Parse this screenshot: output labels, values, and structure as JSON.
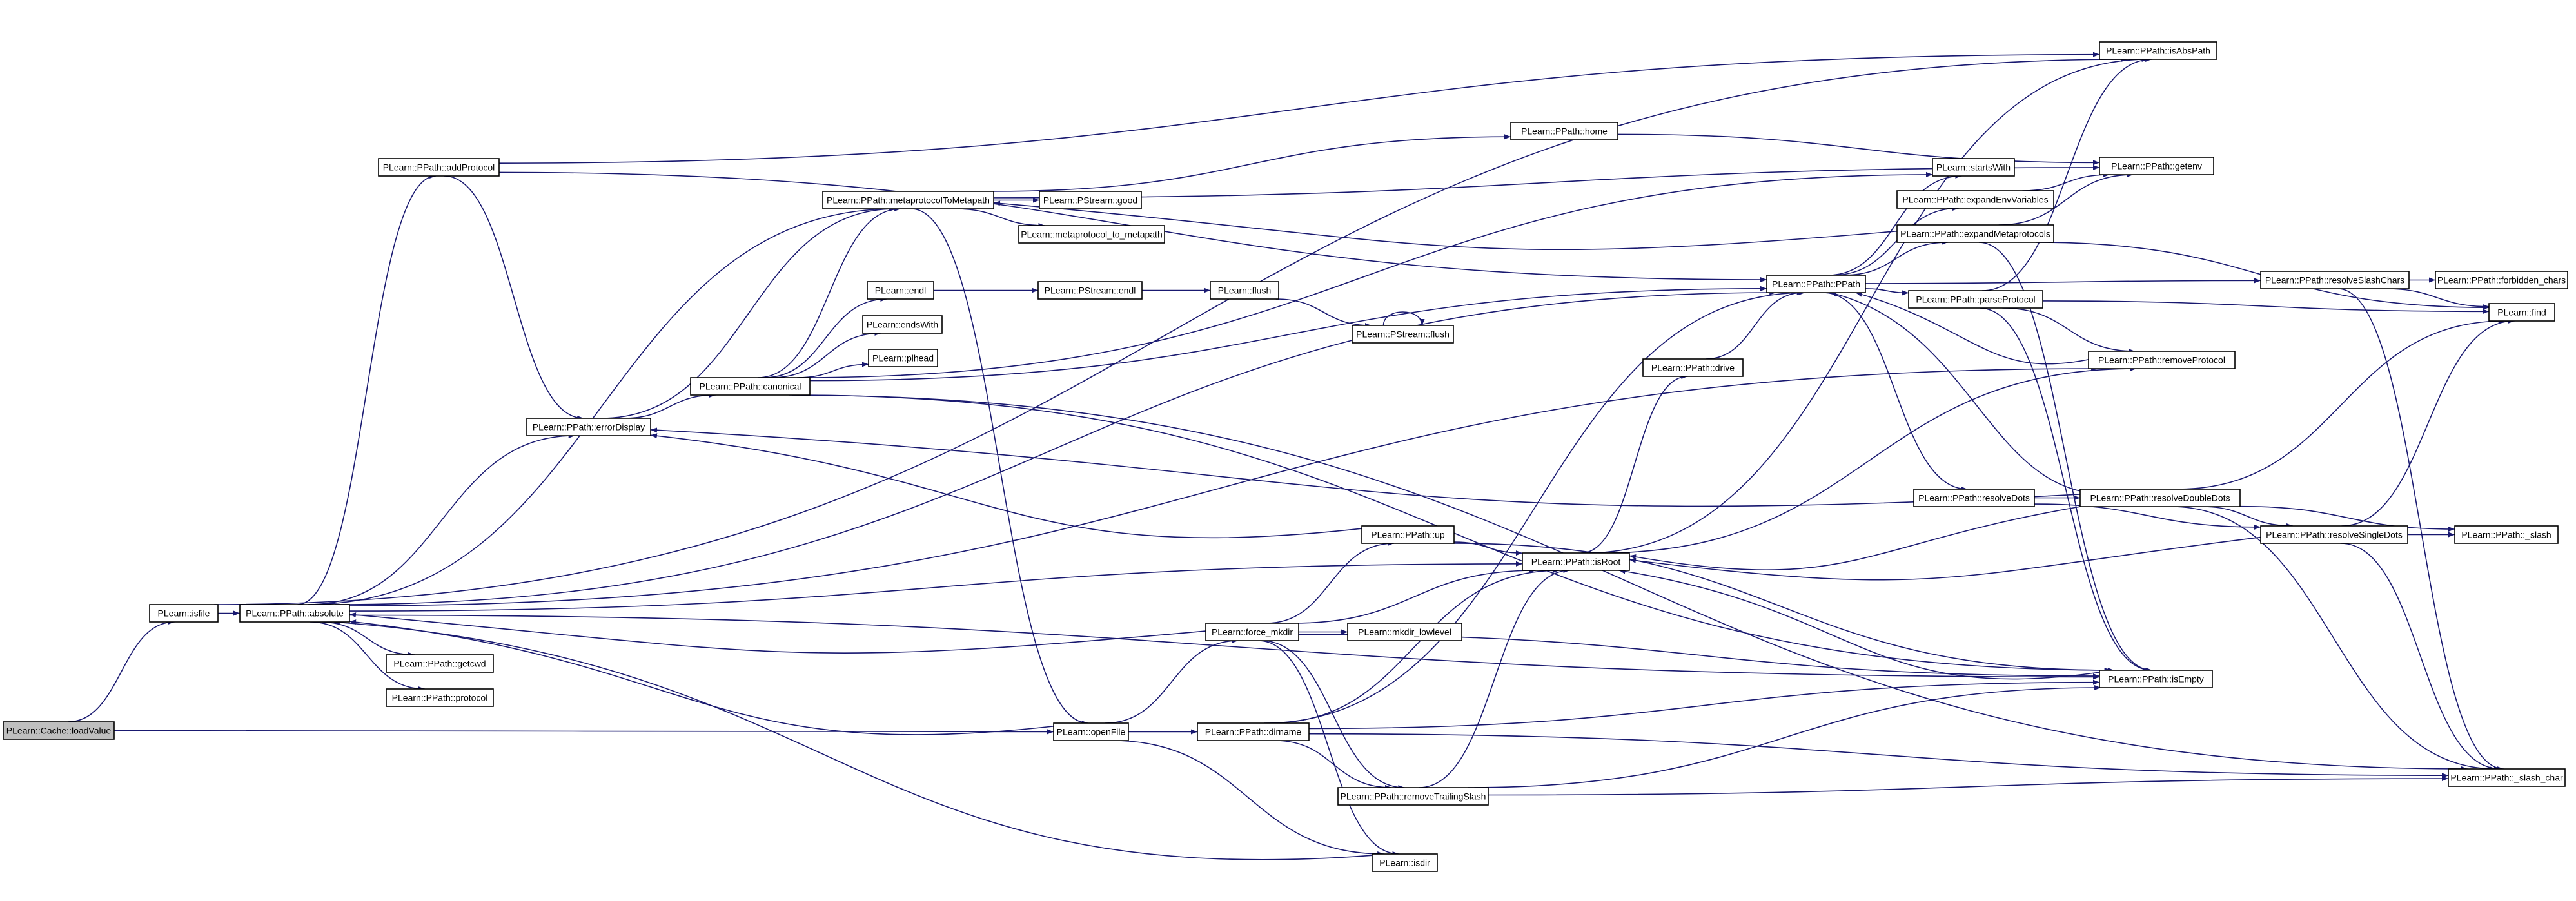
{
  "colors": {
    "edge": "#191970",
    "node_border": "#000000",
    "root_fill": "#bfbfbf",
    "node_fill": "#ffffff"
  },
  "nodes": [
    {
      "id": "loadValue",
      "label": "PLearn::Cache::loadValue",
      "root": true
    },
    {
      "id": "isfile",
      "label": "PLearn::isfile"
    },
    {
      "id": "absolute",
      "label": "PLearn::PPath::absolute"
    },
    {
      "id": "addProtocol",
      "label": "PLearn::PPath::addProtocol"
    },
    {
      "id": "errorDisplay",
      "label": "PLearn::PPath::errorDisplay"
    },
    {
      "id": "getcwd",
      "label": "PLearn::PPath::getcwd"
    },
    {
      "id": "protocol",
      "label": "PLearn::PPath::protocol"
    },
    {
      "id": "m2m",
      "label": "PLearn::PPath::metaprotocolToMetapath"
    },
    {
      "id": "canonical",
      "label": "PLearn::PPath::canonical"
    },
    {
      "id": "psgood",
      "label": "PLearn::PStream::good"
    },
    {
      "id": "mp2mp",
      "label": "PLearn::metaprotocol_to_metapath"
    },
    {
      "id": "endl",
      "label": "PLearn::endl"
    },
    {
      "id": "endsWith",
      "label": "PLearn::endsWith"
    },
    {
      "id": "plhead",
      "label": "PLearn::plhead"
    },
    {
      "id": "psendl",
      "label": "PLearn::PStream::endl"
    },
    {
      "id": "flush",
      "label": "PLearn::flush"
    },
    {
      "id": "psflush",
      "label": "PLearn::PStream::flush"
    },
    {
      "id": "home",
      "label": "PLearn::PPath::home"
    },
    {
      "id": "up",
      "label": "PLearn::PPath::up"
    },
    {
      "id": "forcemkdir",
      "label": "PLearn::force_mkdir"
    },
    {
      "id": "mkdirlow",
      "label": "PLearn::mkdir_lowlevel"
    },
    {
      "id": "openFile",
      "label": "PLearn::openFile"
    },
    {
      "id": "dirname",
      "label": "PLearn::PPath::dirname"
    },
    {
      "id": "rts",
      "label": "PLearn::PPath::removeTrailingSlash"
    },
    {
      "id": "isdir",
      "label": "PLearn::isdir"
    },
    {
      "id": "drive",
      "label": "PLearn::PPath::drive"
    },
    {
      "id": "isRoot",
      "label": "PLearn::PPath::isRoot"
    },
    {
      "id": "startsWith",
      "label": "PLearn::startsWith"
    },
    {
      "id": "expEnv",
      "label": "PLearn::PPath::expandEnvVariables"
    },
    {
      "id": "expMeta",
      "label": "PLearn::PPath::expandMetaprotocols"
    },
    {
      "id": "ppath",
      "label": "PLearn::PPath::PPath"
    },
    {
      "id": "parseProtocol",
      "label": "PLearn::PPath::parseProtocol"
    },
    {
      "id": "resolveDots",
      "label": "PLearn::PPath::resolveDots"
    },
    {
      "id": "isAbsPath",
      "label": "PLearn::PPath::isAbsPath"
    },
    {
      "id": "getenv",
      "label": "PLearn::PPath::getenv"
    },
    {
      "id": "resolveSlash",
      "label": "PLearn::PPath::resolveSlashChars"
    },
    {
      "id": "removeProtocol",
      "label": "PLearn::PPath::removeProtocol"
    },
    {
      "id": "resolveDD",
      "label": "PLearn::PPath::resolveDoubleDots"
    },
    {
      "id": "resolveSD",
      "label": "PLearn::PPath::resolveSingleDots"
    },
    {
      "id": "isEmpty",
      "label": "PLearn::PPath::isEmpty"
    },
    {
      "id": "slashchar",
      "label": "PLearn::PPath::_slash_char"
    },
    {
      "id": "forbidden",
      "label": "PLearn::PPath::forbidden_chars"
    },
    {
      "id": "find",
      "label": "PLearn::find"
    },
    {
      "id": "slash",
      "label": "PLearn::PPath::_slash"
    }
  ],
  "edges": [
    [
      "loadValue",
      "isfile"
    ],
    [
      "loadValue",
      "openFile"
    ],
    [
      "isfile",
      "absolute"
    ],
    [
      "isfile",
      "isAbsPath"
    ],
    [
      "absolute",
      "addProtocol"
    ],
    [
      "absolute",
      "errorDisplay"
    ],
    [
      "absolute",
      "getcwd"
    ],
    [
      "absolute",
      "protocol"
    ],
    [
      "absolute",
      "m2m"
    ],
    [
      "absolute",
      "ppath"
    ],
    [
      "absolute",
      "isEmpty"
    ],
    [
      "absolute",
      "removeProtocol"
    ],
    [
      "absolute",
      "isRoot"
    ],
    [
      "addProtocol",
      "errorDisplay"
    ],
    [
      "addProtocol",
      "isAbsPath"
    ],
    [
      "addProtocol",
      "ppath"
    ],
    [
      "errorDisplay",
      "canonical"
    ],
    [
      "errorDisplay",
      "m2m"
    ],
    [
      "canonical",
      "m2m"
    ],
    [
      "canonical",
      "endl"
    ],
    [
      "canonical",
      "endsWith"
    ],
    [
      "canonical",
      "plhead"
    ],
    [
      "canonical",
      "startsWith"
    ],
    [
      "canonical",
      "isEmpty"
    ],
    [
      "canonical",
      "slashchar"
    ],
    [
      "canonical",
      "ppath"
    ],
    [
      "m2m",
      "psgood"
    ],
    [
      "m2m",
      "mp2mp"
    ],
    [
      "m2m",
      "home"
    ],
    [
      "m2m",
      "getenv"
    ],
    [
      "m2m",
      "openFile"
    ],
    [
      "endl",
      "psendl"
    ],
    [
      "psendl",
      "flush"
    ],
    [
      "flush",
      "psflush"
    ],
    [
      "psflush",
      "psflush"
    ],
    [
      "home",
      "getenv"
    ],
    [
      "up",
      "isRoot"
    ],
    [
      "up",
      "isEmpty"
    ],
    [
      "up",
      "errorDisplay"
    ],
    [
      "forcemkdir",
      "absolute"
    ],
    [
      "forcemkdir",
      "up"
    ],
    [
      "forcemkdir",
      "isRoot"
    ],
    [
      "forcemkdir",
      "mkdirlow"
    ],
    [
      "forcemkdir",
      "isdir"
    ],
    [
      "forcemkdir",
      "isEmpty"
    ],
    [
      "forcemkdir",
      "rts"
    ],
    [
      "openFile",
      "absolute"
    ],
    [
      "openFile",
      "forcemkdir"
    ],
    [
      "openFile",
      "dirname"
    ],
    [
      "openFile",
      "isdir"
    ],
    [
      "dirname",
      "isRoot"
    ],
    [
      "dirname",
      "ppath"
    ],
    [
      "dirname",
      "rts"
    ],
    [
      "dirname",
      "isEmpty"
    ],
    [
      "dirname",
      "slashchar"
    ],
    [
      "rts",
      "isRoot"
    ],
    [
      "rts",
      "isEmpty"
    ],
    [
      "rts",
      "slashchar"
    ],
    [
      "isdir",
      "absolute"
    ],
    [
      "drive",
      "ppath"
    ],
    [
      "isRoot",
      "drive"
    ],
    [
      "isRoot",
      "removeProtocol"
    ],
    [
      "isRoot",
      "isAbsPath"
    ],
    [
      "ppath",
      "startsWith"
    ],
    [
      "ppath",
      "expEnv"
    ],
    [
      "ppath",
      "expMeta"
    ],
    [
      "ppath",
      "parseProtocol"
    ],
    [
      "ppath",
      "resolveSlash"
    ],
    [
      "ppath",
      "resolveDots"
    ],
    [
      "expEnv",
      "getenv"
    ],
    [
      "expMeta",
      "getenv"
    ],
    [
      "expMeta",
      "find"
    ],
    [
      "expMeta",
      "isEmpty"
    ],
    [
      "expMeta",
      "m2m"
    ],
    [
      "parseProtocol",
      "isAbsPath"
    ],
    [
      "parseProtocol",
      "removeProtocol"
    ],
    [
      "parseProtocol",
      "find"
    ],
    [
      "parseProtocol",
      "isEmpty"
    ],
    [
      "removeProtocol",
      "ppath"
    ],
    [
      "resolveDots",
      "resolveDD"
    ],
    [
      "resolveDots",
      "resolveSD"
    ],
    [
      "resolveDD",
      "ppath"
    ],
    [
      "resolveDD",
      "find"
    ],
    [
      "resolveDD",
      "resolveSD"
    ],
    [
      "resolveDD",
      "slash"
    ],
    [
      "resolveDD",
      "slashchar"
    ],
    [
      "resolveDD",
      "isRoot"
    ],
    [
      "resolveDD",
      "errorDisplay"
    ],
    [
      "resolveSD",
      "isRoot"
    ],
    [
      "resolveSD",
      "find"
    ],
    [
      "resolveSD",
      "slash"
    ],
    [
      "resolveSD",
      "slashchar"
    ],
    [
      "resolveSlash",
      "forbidden"
    ],
    [
      "resolveSlash",
      "find"
    ],
    [
      "resolveSlash",
      "slashchar"
    ],
    [
      "isEmpty",
      "isRoot"
    ]
  ]
}
